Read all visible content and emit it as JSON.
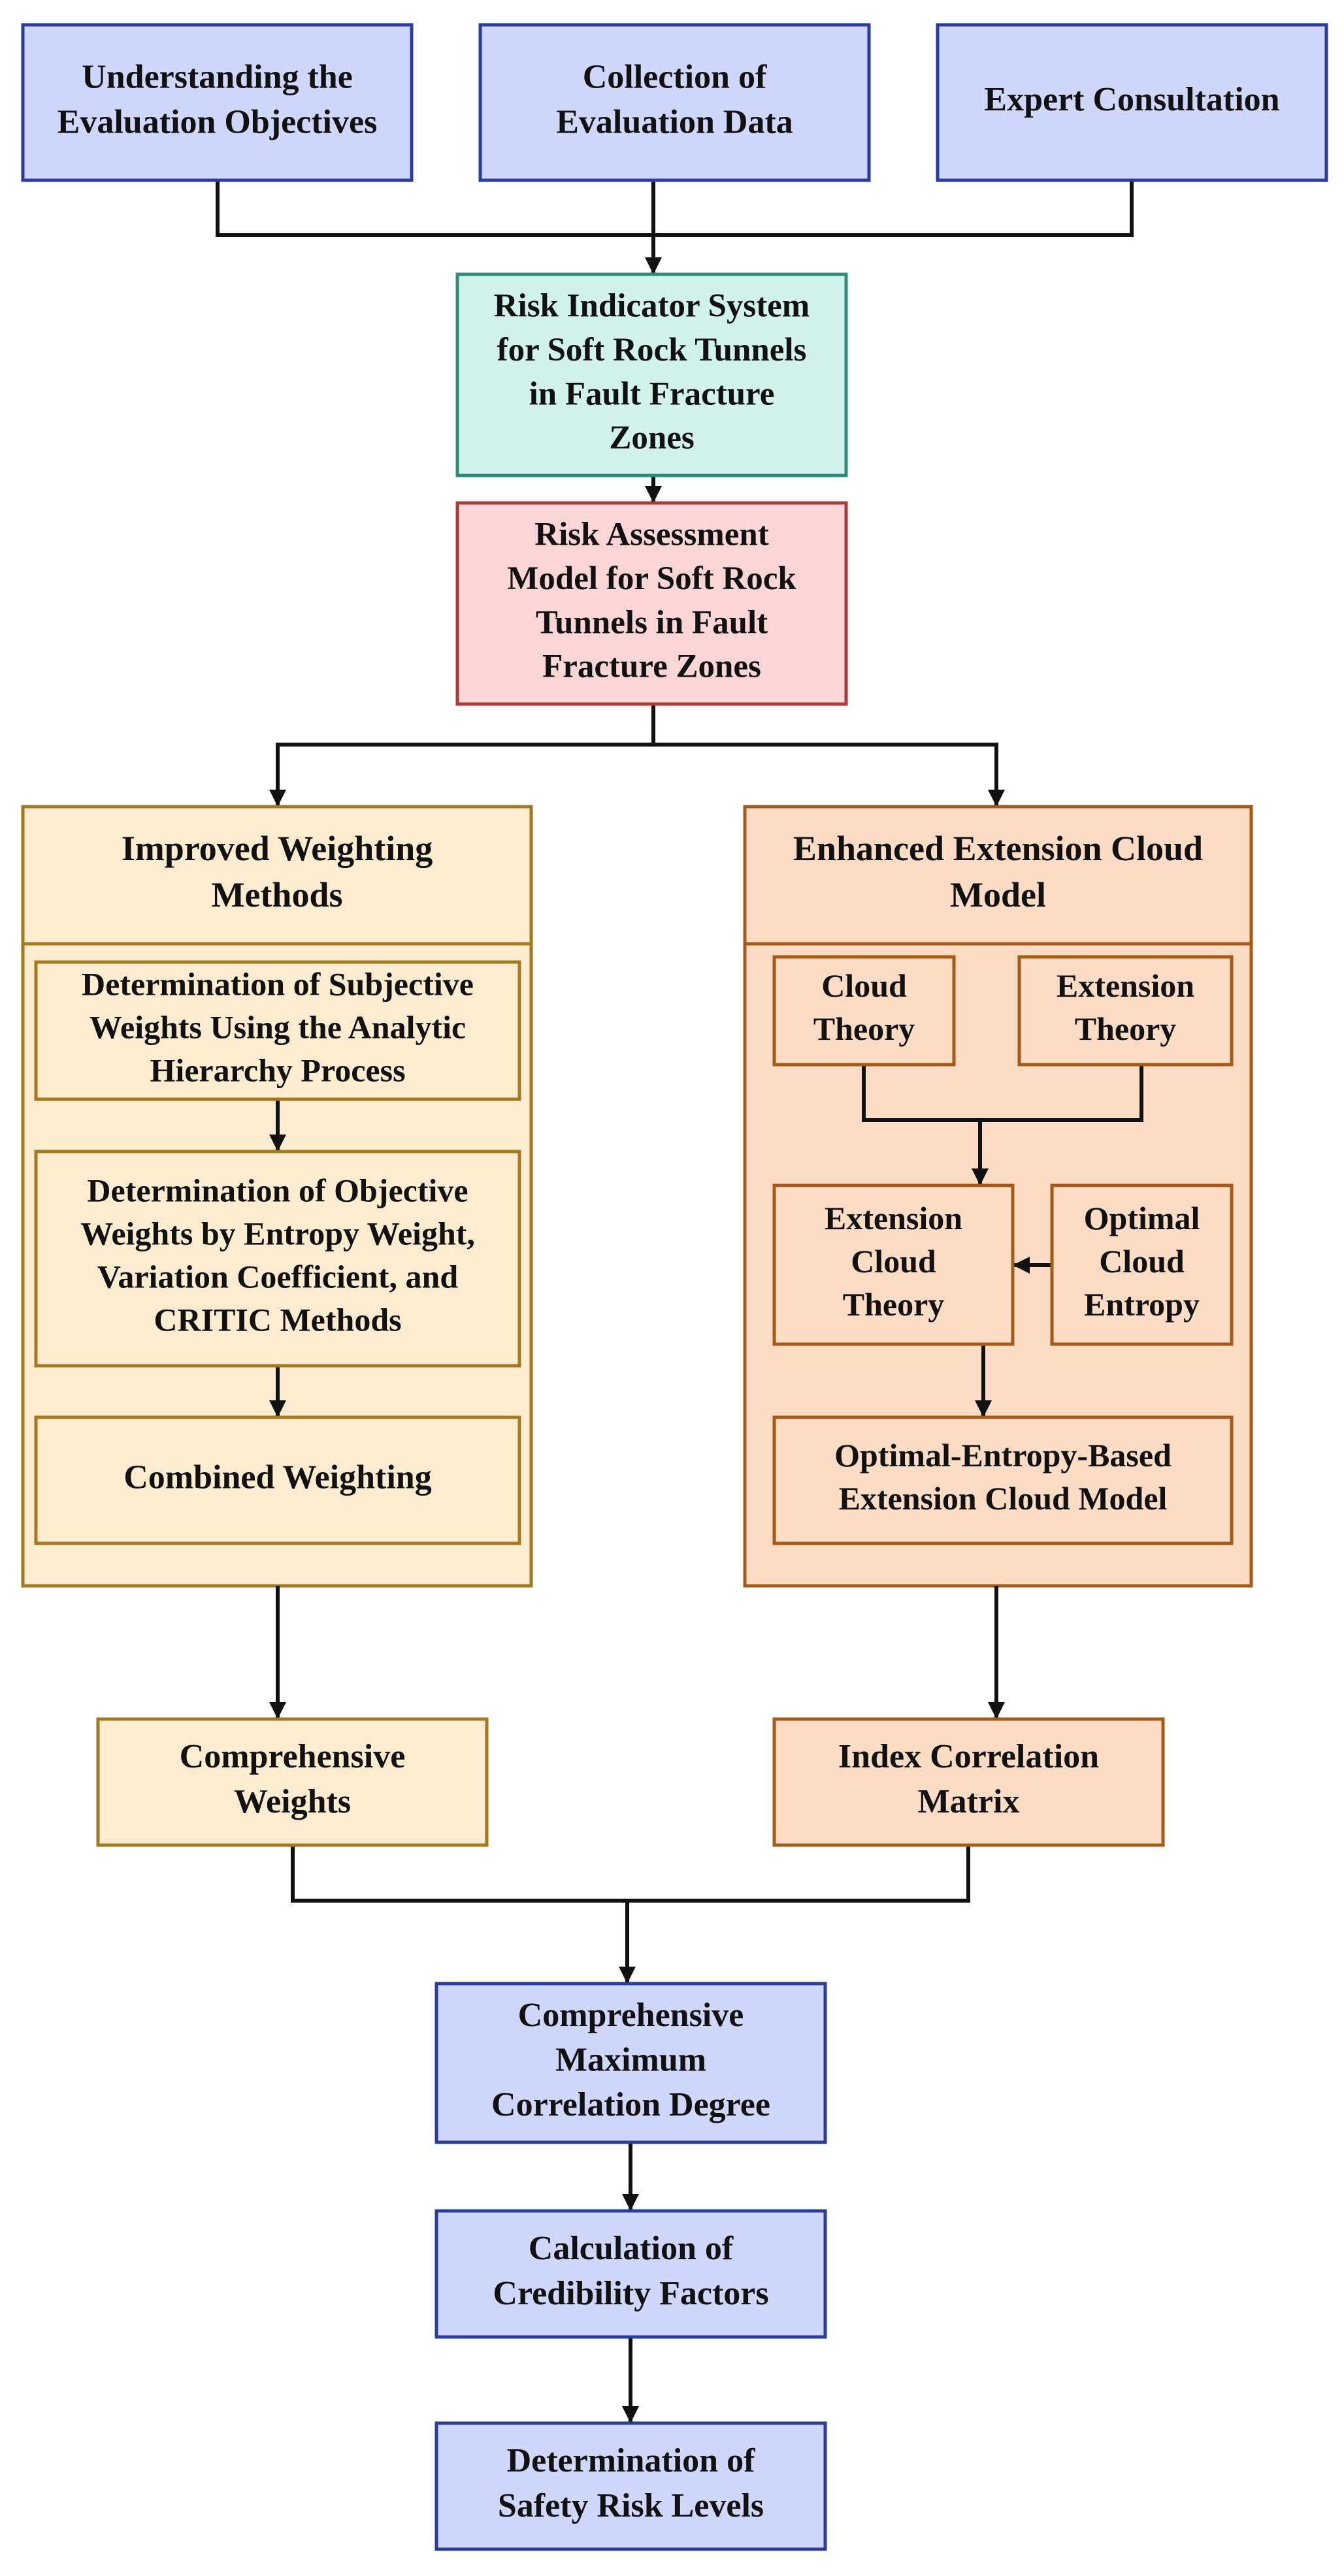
{
  "colors": {
    "blue_fill": "#cfd8fc",
    "blue_border": "#2a3c9c",
    "teal_fill": "#d2f2ec",
    "teal_border": "#2e8a7a",
    "pink_fill": "#fcd6d6",
    "pink_border": "#a83a3a",
    "cream_fill": "#fdecd0",
    "cream_border": "#a57a1e",
    "peach_fill": "#fddcc6",
    "peach_border": "#a55a18",
    "line": "#111111"
  },
  "diagram": {
    "nodes": [
      {
        "id": "understanding",
        "lines": [
          "Understanding the",
          "Evaluation Objectives"
        ]
      },
      {
        "id": "collection",
        "lines": [
          "Collection of",
          "Evaluation Data"
        ]
      },
      {
        "id": "expert",
        "lines": [
          "Expert Consultation"
        ]
      },
      {
        "id": "indicator-system",
        "lines": [
          "Risk Indicator System",
          "for Soft Rock Tunnels",
          "in Fault Fracture",
          "Zones"
        ]
      },
      {
        "id": "assessment-model",
        "lines": [
          "Risk Assessment",
          "Model for Soft Rock",
          "Tunnels in Fault",
          "Fracture Zones"
        ]
      },
      {
        "id": "weighting-header",
        "lines": [
          "Improved Weighting",
          "Methods"
        ]
      },
      {
        "id": "subjective",
        "lines": [
          "Determination of Subjective",
          "Weights Using the Analytic",
          "Hierarchy Process"
        ]
      },
      {
        "id": "objective",
        "lines": [
          "Determination of Objective",
          "Weights by Entropy Weight,",
          "Variation Coefficient, and",
          "CRITIC Methods"
        ]
      },
      {
        "id": "combined",
        "lines": [
          "Combined Weighting"
        ]
      },
      {
        "id": "cloud-header",
        "lines": [
          "Enhanced Extension Cloud",
          "Model"
        ]
      },
      {
        "id": "cloud-theory",
        "lines": [
          "Cloud",
          "Theory"
        ]
      },
      {
        "id": "extension-theory",
        "lines": [
          "Extension",
          "Theory"
        ]
      },
      {
        "id": "extension-cloud-theory",
        "lines": [
          "Extension",
          "Cloud",
          "Theory"
        ]
      },
      {
        "id": "optimal-entropy",
        "lines": [
          "Optimal",
          "Cloud",
          "Entropy"
        ]
      },
      {
        "id": "optimal-model",
        "lines": [
          "Optimal-Entropy-Based",
          "Extension Cloud Model"
        ]
      },
      {
        "id": "comprehensive-weights",
        "lines": [
          "Comprehensive",
          "Weights"
        ]
      },
      {
        "id": "correlation-matrix",
        "lines": [
          "Index Correlation",
          "Matrix"
        ]
      },
      {
        "id": "max-correlation",
        "lines": [
          "Comprehensive",
          "Maximum",
          "Correlation Degree"
        ]
      },
      {
        "id": "credibility",
        "lines": [
          "Calculation of",
          "Credibility Factors"
        ]
      },
      {
        "id": "safety-levels",
        "lines": [
          "Determination of",
          "Safety Risk Levels"
        ]
      }
    ]
  }
}
